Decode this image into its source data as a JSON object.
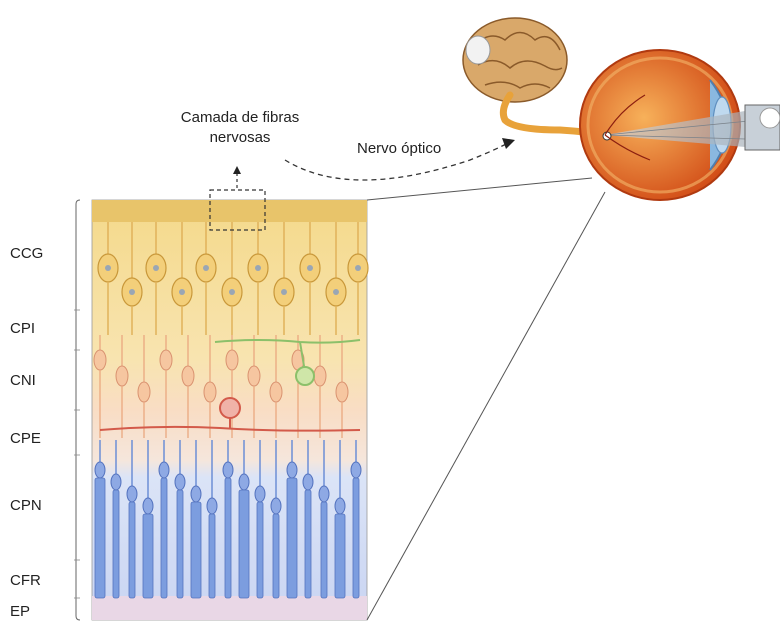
{
  "annotations": {
    "fiber_layer_line1": "Camada de fibras",
    "fiber_layer_line2": "nervosas",
    "optic_nerve": "Nervo óptico"
  },
  "layers": [
    {
      "abbr": "CCG"
    },
    {
      "abbr": "CPI"
    },
    {
      "abbr": "CNI"
    },
    {
      "abbr": "CPE"
    },
    {
      "abbr": "CPN"
    },
    {
      "abbr": "CFR"
    },
    {
      "abbr": "EP"
    }
  ],
  "colors": {
    "fiber_layer": "#e8c46a",
    "ganglion_zone": "#f7e3a6",
    "inner_nuclear_zone": "#f9dcc0",
    "photoreceptor_zone": "#c9d6f3",
    "rod_color": "#6c8fd6",
    "ganglion_cell": "#e0b25a",
    "eye_iris": "#d9541e",
    "brain": "#d9a86a"
  }
}
